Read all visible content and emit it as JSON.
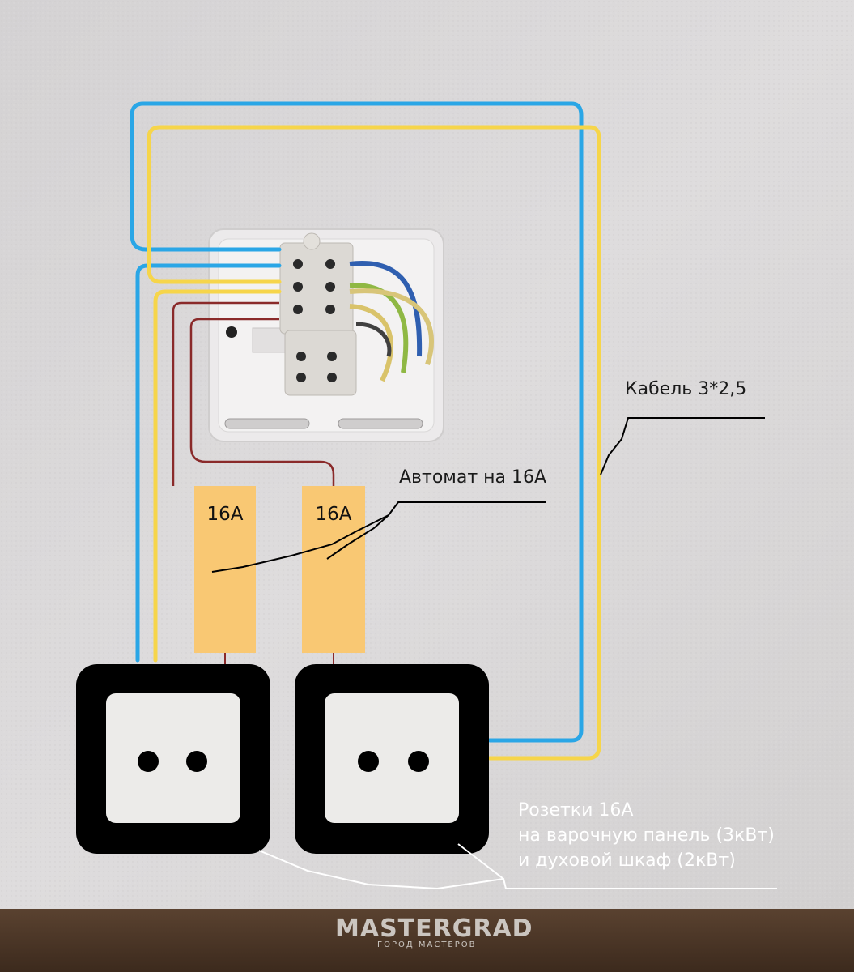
{
  "colors": {
    "wall": "#d9d7d8",
    "floor": "#4a3424",
    "neutral_wire": "#2aa6e6",
    "earth_wire": "#f6d54a",
    "phase_wire": "#8a2a2a",
    "breaker_fill": "#f9c873",
    "socket_frame": "#000000",
    "socket_face": "#ecebe9",
    "leader_dark": "#000000",
    "leader_light": "#ffffff"
  },
  "labels": {
    "cable": "Кабель 3*2,5",
    "breaker": "Автомат на 16А",
    "breaker_1": "16А",
    "breaker_2": "16А",
    "sockets": [
      "Розетки 16А",
      "на варочную панель (3кВт)",
      "и духовой шкаф (2кВт)"
    ]
  },
  "watermark": {
    "brand": "MASTERGRAD",
    "tagline": "ГОРОД МАСТЕРОВ"
  },
  "icons": {
    "junction_box": "junction-box-icon",
    "socket": "power-socket-icon"
  }
}
